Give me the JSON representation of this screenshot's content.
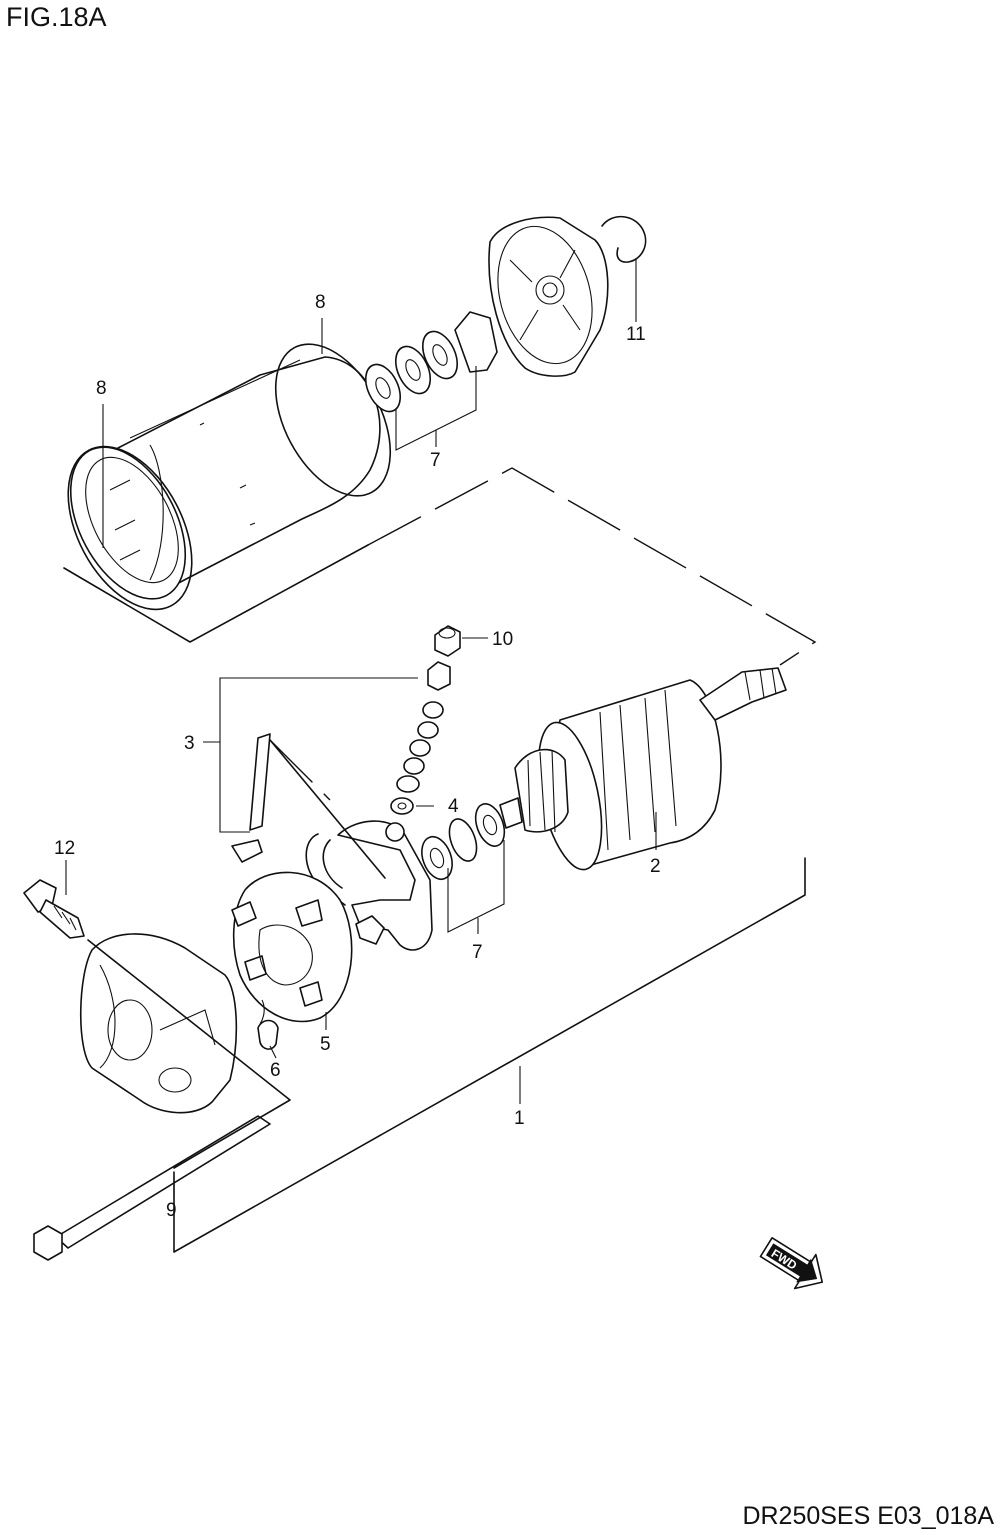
{
  "figure": {
    "title": "FIG.18A",
    "code": "DR250SES E03_018A"
  },
  "callouts": {
    "c1": "1",
    "c2": "2",
    "c3": "3",
    "c4": "4",
    "c5": "5",
    "c6": "6",
    "c7a": "7",
    "c7b": "7",
    "c8a": "8",
    "c8b": "8",
    "c9": "9",
    "c10": "10",
    "c11": "11",
    "c12": "12"
  },
  "fwd_arrow": {
    "label": "FWD"
  }
}
